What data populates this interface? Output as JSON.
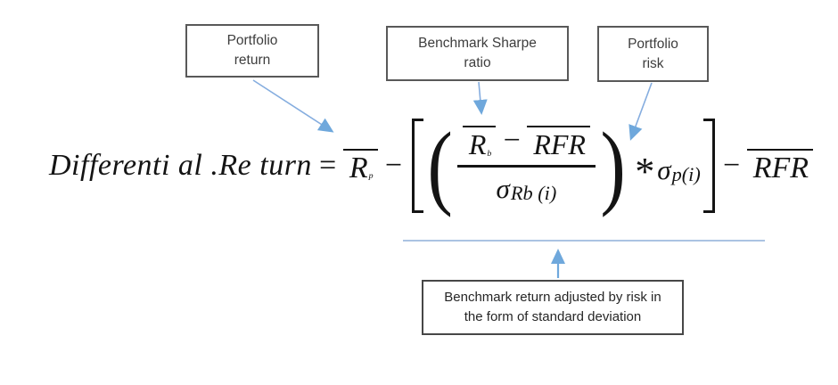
{
  "callouts": {
    "portfolio_return": {
      "lines": [
        "Portfolio",
        "return"
      ]
    },
    "benchmark_sharpe_ratio": {
      "lines": [
        "Benchmark Sharpe",
        "ratio"
      ]
    },
    "portfolio_risk": {
      "lines": [
        "Portfolio",
        "risk"
      ]
    },
    "benchmark_adjusted": {
      "lines": [
        "Benchmark return adjusted by risk in",
        "the form of standard deviation"
      ]
    }
  },
  "formula": {
    "lhs": "Differenti al .Re turn",
    "equals": "=",
    "r_p": {
      "base": "R",
      "sub": "p"
    },
    "minus1": "−",
    "lparen": "(",
    "rparen": ")",
    "numerator": {
      "r_b_base": "R",
      "r_b_sub": "b",
      "minus": "−",
      "rfr": "RFR"
    },
    "denominator": {
      "sigma": "σ",
      "sub": "Rb (i)"
    },
    "star": "*",
    "sigma_p": {
      "sigma": "σ",
      "sub": "p(i)"
    },
    "minus2": "−",
    "rfr_final": "RFR"
  },
  "colors": {
    "arrow_head_blue": "#6FA8DC",
    "arrow_line_blue": "#85ADDF",
    "underline_blue": "#8FAFD9",
    "box_border_gray": "#595959",
    "formula_ink": "#141414"
  }
}
